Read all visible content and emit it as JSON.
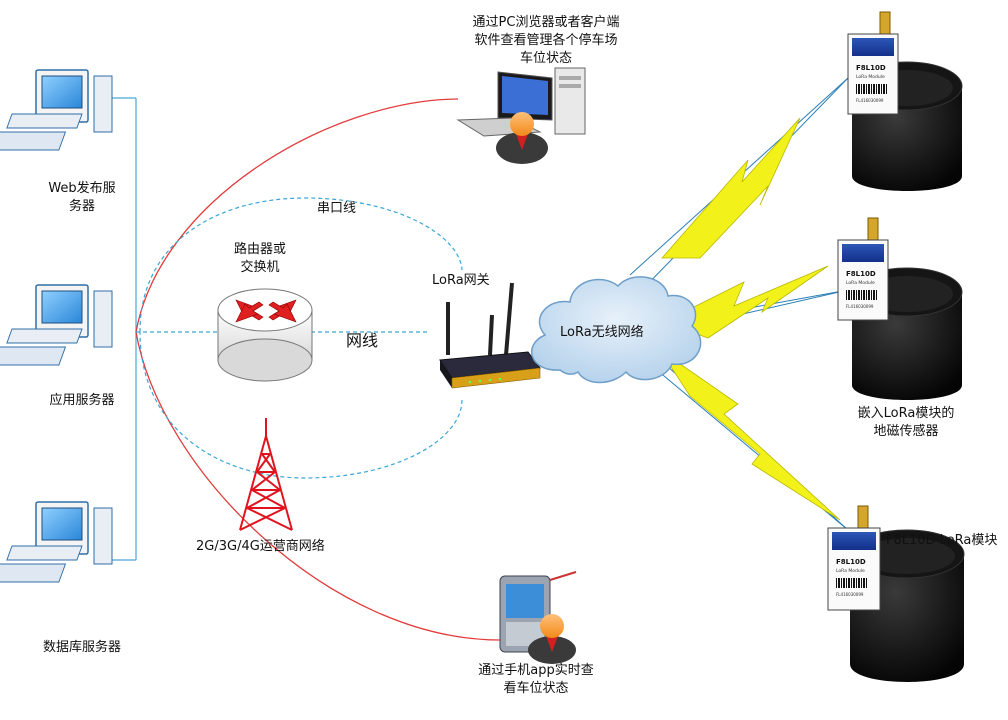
{
  "servers": {
    "web": {
      "line1": "Web发布服",
      "line2": "务器"
    },
    "app": {
      "line1": "应用服务器"
    },
    "db": {
      "line1": "数据库服务器"
    }
  },
  "network": {
    "router": {
      "line1": "路由器或",
      "line2": "交换机"
    },
    "serial_line": "串口线",
    "ethernet": "网线",
    "gateway": "LoRa网关",
    "cloud": "LoRa无线网络",
    "tower": "2G/3G/4G运营商网络"
  },
  "clients": {
    "pc": {
      "line1": "通过PC浏览器或者客户端",
      "line2": "软件查看管理各个停车场",
      "line3": "车位状态"
    },
    "phone": {
      "line1": "通过手机app实时查",
      "line2": "看车位状态"
    }
  },
  "sensors": {
    "caption": {
      "line1": "嵌入LoRa模块的",
      "line2": "地磁传感器"
    },
    "module_label": "F8L10D LoRa模块",
    "module_board": {
      "title": "F8L10D",
      "sub": "LoRa Module",
      "serial": "FL416030099"
    }
  },
  "colors": {
    "red_link": "#e33c3c",
    "dashed_link": "#3aa6d8",
    "server_bus": "#4aa8d6",
    "lightning": "#f2f21a",
    "cloud_fill": "#cfe3f3",
    "cloud_stroke": "#6f9fc8"
  }
}
